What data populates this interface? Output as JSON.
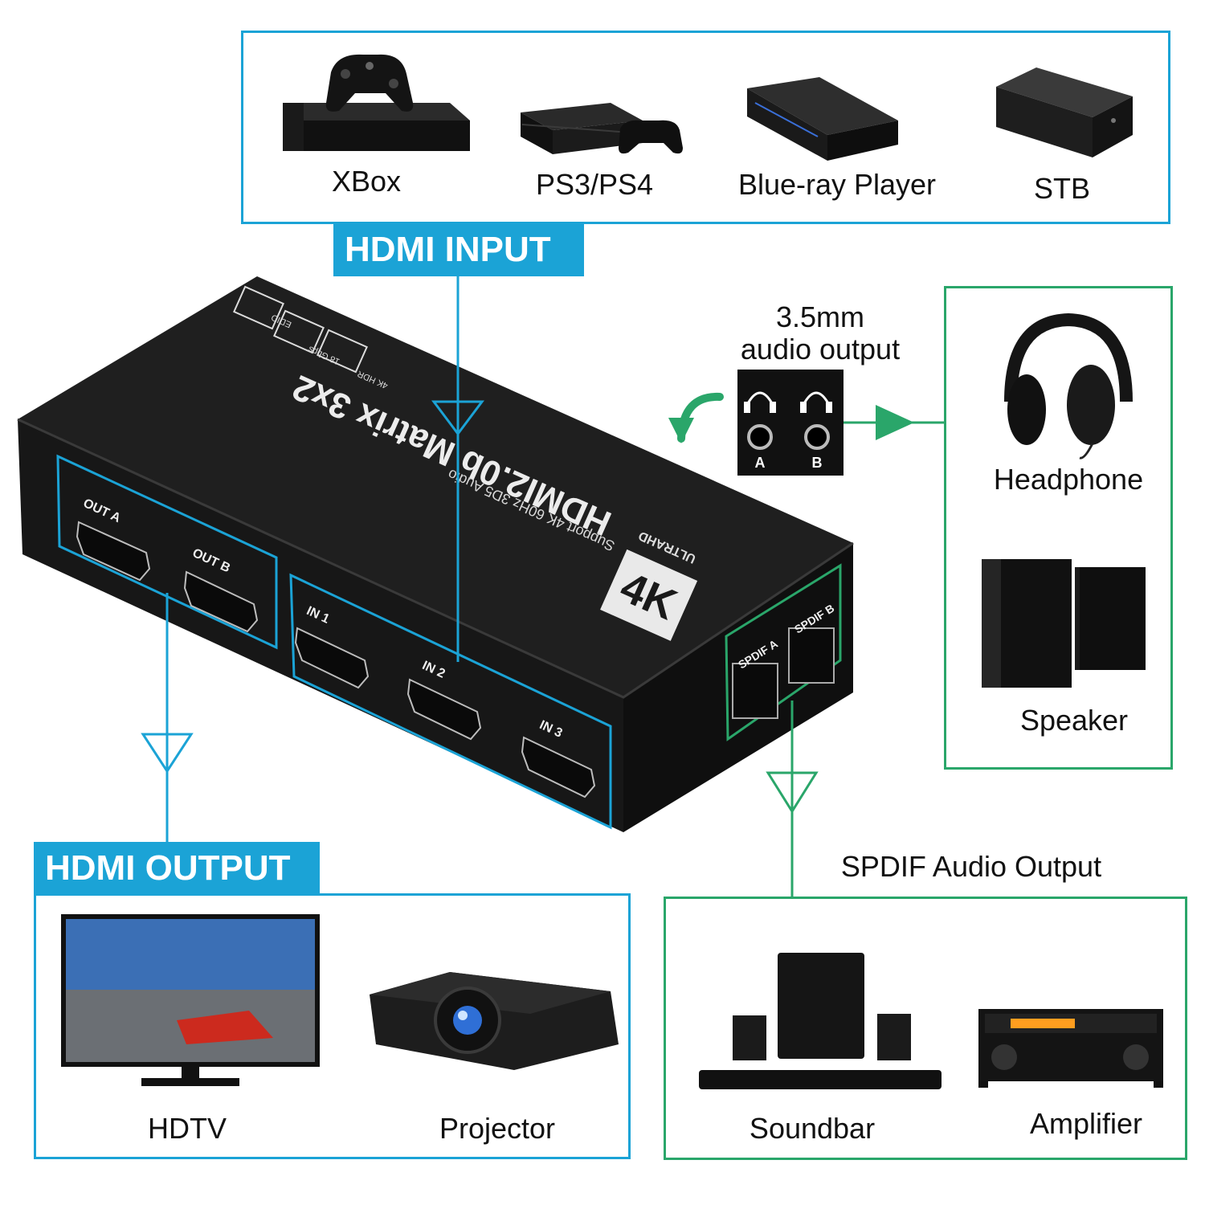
{
  "input": {
    "tag": "HDMI INPUT",
    "devices": [
      {
        "label": "XBox",
        "icon": "xbox-console-icon"
      },
      {
        "label": "PS3/PS4",
        "icon": "playstation-console-icon"
      },
      {
        "label": "Blue-ray Player",
        "icon": "bluray-player-icon"
      },
      {
        "label": "STB",
        "icon": "set-top-box-icon"
      }
    ]
  },
  "device": {
    "brand": "ULTRAHD",
    "big": "4K",
    "model": "HDMI2.0b Matrix 3x2",
    "support": "Support 4K 60Hz 3D5 Audio",
    "badges": [
      "4K HDR",
      "18 Gbps",
      "EDID"
    ],
    "ports": {
      "out": [
        "OUT A",
        "OUT B"
      ],
      "in": [
        "IN 1",
        "IN 2",
        "IN 3"
      ],
      "spdif": [
        "SPDIF A",
        "SPDIF B"
      ]
    }
  },
  "audio_jack": {
    "title_line1": "3.5mm",
    "title_line2": "audio output",
    "jacks": [
      "A",
      "B"
    ]
  },
  "analog_out": {
    "devices": [
      {
        "label": "Headphone",
        "icon": "headphone-icon"
      },
      {
        "label": "Speaker",
        "icon": "speaker-icon"
      }
    ]
  },
  "output": {
    "tag": "HDMI OUTPUT",
    "devices": [
      {
        "label": "HDTV",
        "icon": "tv-icon"
      },
      {
        "label": "Projector",
        "icon": "projector-icon"
      }
    ]
  },
  "spdif_out": {
    "title": "SPDIF Audio Output",
    "devices": [
      {
        "label": "Soundbar",
        "icon": "soundbar-icon"
      },
      {
        "label": "Amplifier",
        "icon": "amplifier-icon"
      }
    ]
  },
  "colors": {
    "blue": "#1ba3d6",
    "green": "#2aa66a",
    "device": "#1c1c1c"
  }
}
